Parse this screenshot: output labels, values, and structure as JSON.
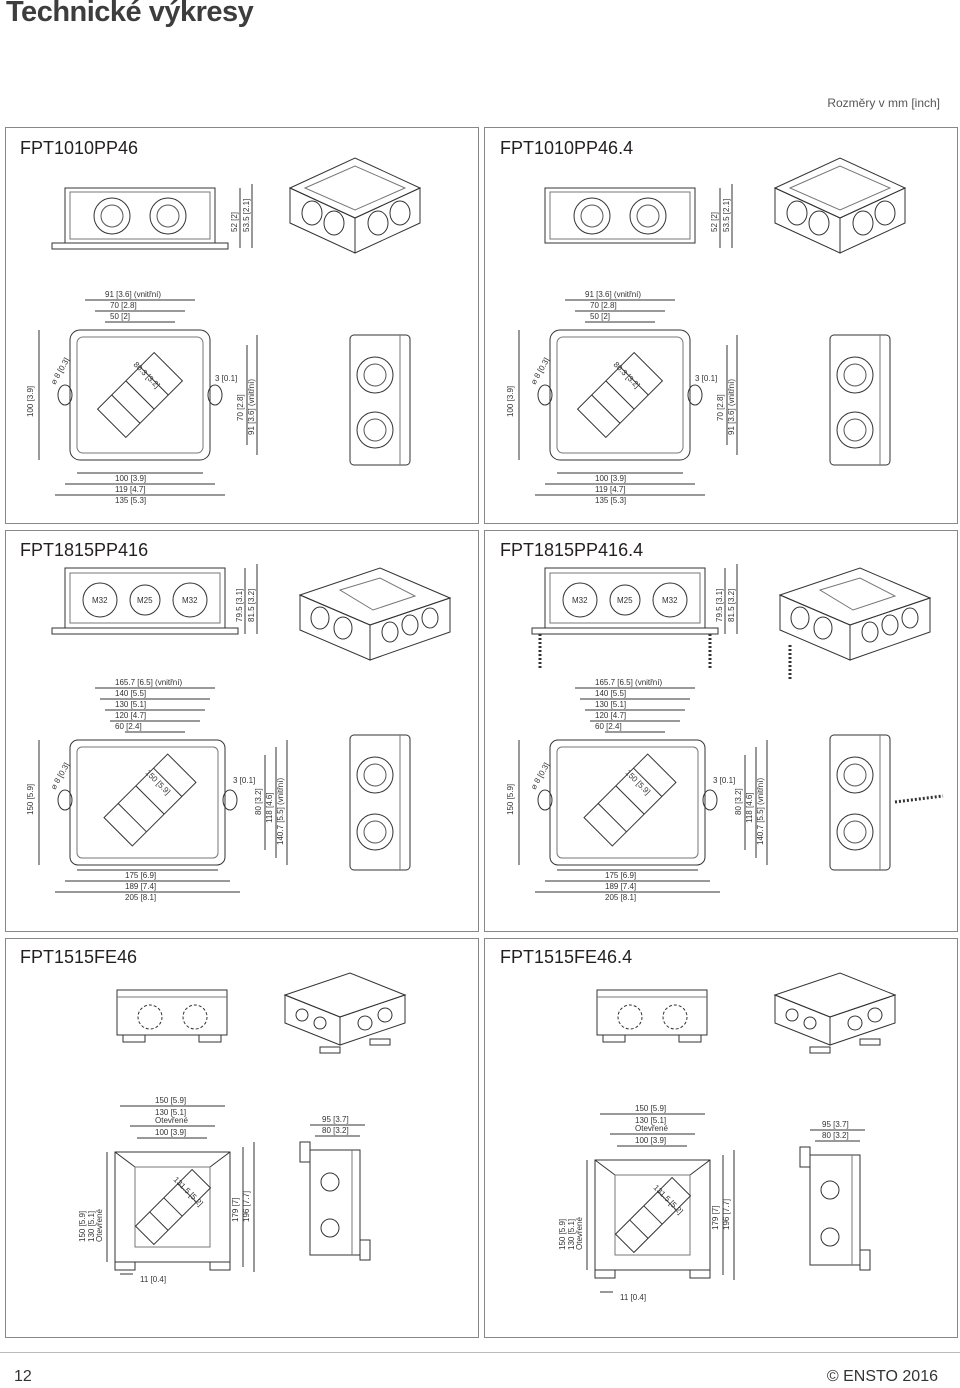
{
  "page": {
    "title": "Technické výkresy",
    "units_note": "Rozměry v mm [inch]",
    "page_number": "12",
    "copyright": "© ENSTO 2016"
  },
  "products": [
    {
      "name": "FPT1010PP46",
      "side_height": [
        "52 [2]",
        "53.5 [2.1]"
      ],
      "top_widths": [
        "91 [3.6] (vnitřní)",
        "70 [2.8]",
        "50 [2]"
      ],
      "left_height": "100 [3.9]",
      "hole": "⌀ 8 [0.3]",
      "rail": "80.3 [3.2]",
      "wall": "3 [0.1]",
      "right_heights": [
        "70 [2.8]",
        "91 [3.6] (vnitřní)"
      ],
      "bottom_widths": [
        "100 [3.9]",
        "119 [4.7]",
        "135 [5.3]"
      ]
    },
    {
      "name": "FPT1010PP46.4",
      "side_height": [
        "52 [2]",
        "53.5 [2.1]"
      ],
      "top_widths": [
        "91 [3.6] (vnitřní)",
        "70 [2.8]",
        "50 [2]"
      ],
      "left_height": "100 [3.9]",
      "hole": "⌀ 8 [0.3]",
      "rail": "80.3 [3.2]",
      "wall": "3 [0.1]",
      "right_heights": [
        "70 [2.8]",
        "91 [3.6] (vnitřní)"
      ],
      "bottom_widths": [
        "100 [3.9]",
        "119 [4.7]",
        "135 [5.3]"
      ]
    },
    {
      "name": "FPT1815PP416",
      "glands": [
        "M32",
        "M25",
        "M32"
      ],
      "side_height": [
        "79.5 [3.1]",
        "81.5 [3.2]"
      ],
      "top_widths": [
        "165.7 [6.5] (vnitřní)",
        "140 [5.5]",
        "130 [5.1]",
        "120 [4.7]",
        "60 [2.4]"
      ],
      "left_height": "150 [5.9]",
      "hole": "⌀ 8 [0.3]",
      "rail": "150 [5.9]",
      "wall": "3 [0.1]",
      "right_heights": [
        "80 [3.2]",
        "118 [4.6]",
        "140.7 [5.5] (vnitřní)"
      ],
      "bottom_widths": [
        "175 [6.9]",
        "189 [7.4]",
        "205 [8.1]"
      ]
    },
    {
      "name": "FPT1815PP416.4",
      "glands": [
        "M32",
        "M25",
        "M32"
      ],
      "side_height": [
        "79.5 [3.1]",
        "81.5 [3.2]"
      ],
      "top_widths": [
        "165.7 [6.5] (vnitřní)",
        "140 [5.5]",
        "130 [5.1]",
        "120 [4.7]",
        "60 [2.4]"
      ],
      "left_height": "150 [5.9]",
      "hole": "⌀ 8 [0.3]",
      "rail": "150 [5.9]",
      "wall": "3 [0.1]",
      "right_heights": [
        "80 [3.2]",
        "118 [4.6]",
        "140.7 [5.5] (vnitřní)"
      ],
      "bottom_widths": [
        "175 [6.9]",
        "189 [7.4]",
        "205 [8.1]"
      ]
    },
    {
      "name": "FPT1515FE46",
      "top_widths": [
        "150 [5.9]",
        "130 [5.1]",
        "Otevřené",
        "100 [3.9]"
      ],
      "side_widths": [
        "95 [3.7]",
        "80 [3.2]"
      ],
      "left_heights": [
        "150 [5.9]",
        "130 [5.1]",
        "Otevřené"
      ],
      "rail": "131.5 [5.2]",
      "right_heights": [
        "179 [7]",
        "196 [7.7]"
      ],
      "bottom_width": "11 [0.4]"
    },
    {
      "name": "FPT1515FE46.4",
      "top_widths": [
        "150 [5.9]",
        "130 [5.1]",
        "Otevřené",
        "100 [3.9]"
      ],
      "side_widths": [
        "95 [3.7]",
        "80 [3.2]"
      ],
      "left_heights": [
        "150 [5.9]",
        "130 [5.1]",
        "Otevřené"
      ],
      "rail": "131.5 [5.2]",
      "right_heights": [
        "179 [7]",
        "196 [7.7]"
      ],
      "bottom_width": "11 [0.4]"
    }
  ]
}
